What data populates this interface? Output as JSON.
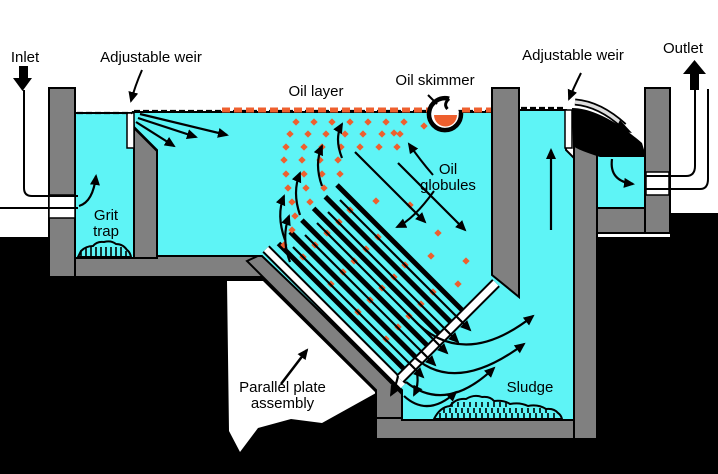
{
  "labels": {
    "inlet": "Inlet",
    "outlet": "Outlet",
    "adjustable_weir_left": "Adjustable weir",
    "adjustable_weir_right": "Adjustable weir",
    "oil_layer": "Oil layer",
    "oil_skimmer": "Oil skimmer",
    "oil_globules_line1": "Oil",
    "oil_globules_line2": "globules",
    "grit_trap_line1": "Grit",
    "grit_trap_line2": "trap",
    "parallel_plate_line1": "Parallel plate",
    "parallel_plate_line2": "assembly",
    "sludge": "Sludge"
  },
  "colors": {
    "water": "#5EF4F6",
    "wall": "#808080",
    "oil": "#EE5F2E",
    "shadow": "#000000",
    "paper": "#FFFFFF"
  }
}
